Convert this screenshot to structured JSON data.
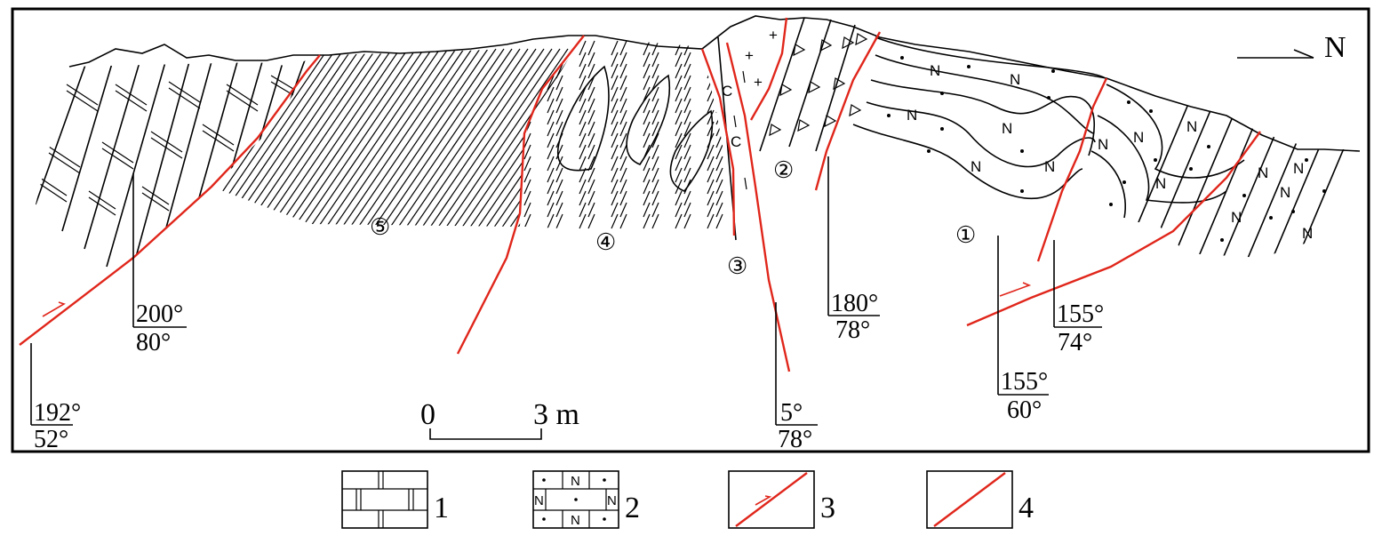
{
  "north": {
    "label": "N"
  },
  "scale": {
    "start": "0",
    "end": "3 m"
  },
  "zones": [
    {
      "id": "zone-1",
      "label": "①"
    },
    {
      "id": "zone-2",
      "label": "②"
    },
    {
      "id": "zone-3",
      "label": "③"
    },
    {
      "id": "zone-4",
      "label": "④"
    },
    {
      "id": "zone-5",
      "label": "⑤"
    }
  ],
  "attitudes": [
    {
      "id": "att-192-52",
      "azimuth": "192°",
      "dip": "52°"
    },
    {
      "id": "att-200-80",
      "azimuth": "200°",
      "dip": "80°"
    },
    {
      "id": "att-5-78",
      "azimuth": "5°",
      "dip": "78°"
    },
    {
      "id": "att-180-78",
      "azimuth": "180°",
      "dip": "78°"
    },
    {
      "id": "att-155-60",
      "azimuth": "155°",
      "dip": "60°"
    },
    {
      "id": "att-155-74",
      "azimuth": "155°",
      "dip": "74°"
    }
  ],
  "symbols": {
    "sandstone": "N",
    "conglomerate": "C",
    "granite": "+"
  },
  "legend": [
    {
      "id": "legend-1",
      "number": "1",
      "pattern": "limestone-brick"
    },
    {
      "id": "legend-2",
      "number": "2",
      "pattern": "dotted-sandstone"
    },
    {
      "id": "legend-3",
      "number": "3",
      "pattern": "thrust-fault-red-arrow"
    },
    {
      "id": "legend-4",
      "number": "4",
      "pattern": "fault-red-line"
    }
  ],
  "colors": {
    "fault": "#e0261b",
    "ink": "#000000",
    "background": "#ffffff"
  }
}
